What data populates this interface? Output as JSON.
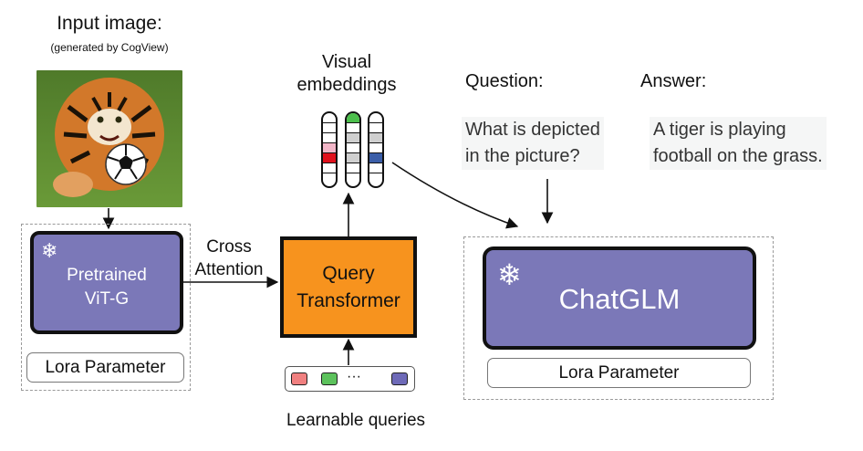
{
  "input": {
    "title": "Input image:",
    "subtitle": "(generated by CogView)"
  },
  "vit": {
    "line1": "Pretrained",
    "line2": "ViT-G",
    "lora": "Lora Parameter"
  },
  "cross": {
    "line1": "Cross",
    "line2": "Attention"
  },
  "qformer": {
    "line1": "Query",
    "line2": "Transformer"
  },
  "queries": {
    "label": "Learnable queries",
    "ellipsis": "···"
  },
  "visual": {
    "line1": "Visual",
    "line2": "embeddings"
  },
  "question": {
    "header": "Question:",
    "line1": "What is depicted",
    "line2": "in the picture?"
  },
  "answer": {
    "header": "Answer:",
    "line1": "A tiger is playing",
    "line2": "football on the grass."
  },
  "chatglm": {
    "label": "ChatGLM",
    "lora": "Lora Parameter"
  },
  "colors": {
    "module": "#7b78b8",
    "qformer": "#f7931e",
    "query_red": "#f08080",
    "query_green": "#5cc25c",
    "query_blue": "#6e6ab8",
    "emb_pink": "#f2b6c8",
    "emb_red": "#e0101c",
    "emb_green": "#4cbf4c",
    "emb_gray": "#cfcfcf",
    "emb_blue": "#3b5ea8"
  }
}
